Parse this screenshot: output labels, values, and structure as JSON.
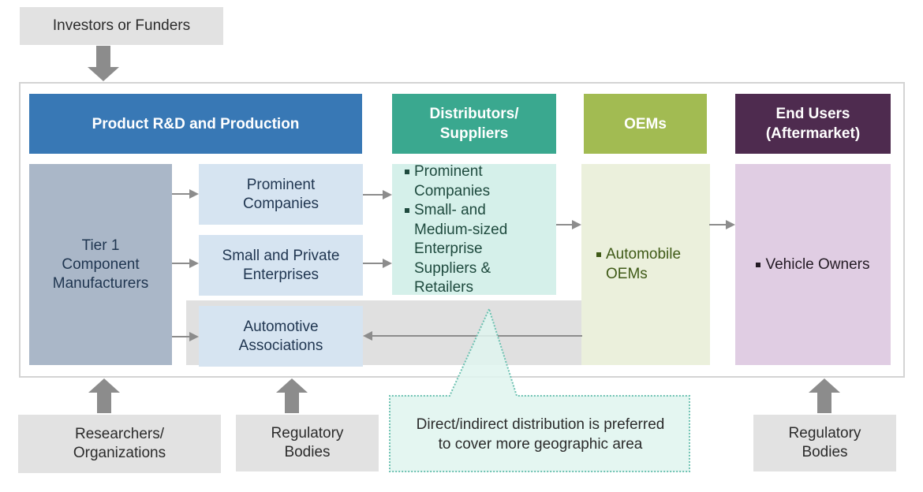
{
  "top": {
    "investors": "Investors or Funders"
  },
  "headers": {
    "rd_production": "Product R&D and Production",
    "distributors": [
      "Distributors/",
      "Suppliers"
    ],
    "oems": "OEMs",
    "end_users": [
      "End Users",
      "(Aftermarket)"
    ]
  },
  "production": {
    "tier1": [
      "Tier 1",
      "Component",
      "Manufacturers"
    ],
    "prominent": [
      "Prominent",
      "Companies"
    ],
    "small_private": [
      "Small and Private",
      "Enterprises"
    ],
    "associations": [
      "Automotive",
      "Associations"
    ]
  },
  "distributors": {
    "items": [
      "Prominent Companies",
      "Small- and Medium-sized Enterprise Suppliers & Retailers"
    ]
  },
  "oems": {
    "items": [
      "Automobile OEMs"
    ]
  },
  "end_users": {
    "items": [
      "Vehicle Owners"
    ]
  },
  "bottom": {
    "researchers": [
      "Researchers/",
      "Organizations"
    ],
    "regulatory_left": [
      "Regulatory",
      "Bodies"
    ],
    "callout": [
      "Direct/indirect distribution is preferred",
      "to cover more geographic area"
    ],
    "regulatory_right": [
      "Regulatory",
      "Bodies"
    ]
  },
  "colors": {
    "rd_header": "#3878b5",
    "distributors_header": "#3aa88f",
    "oems_header": "#a2bb52",
    "end_users_header": "#4e2b4f",
    "distributors_body": "#d5f0ea",
    "oems_body": "#ebf0dc",
    "end_users_body": "#e0cde3",
    "callout_fill": "#dff5ef",
    "callout_border": "#6cc1b1"
  }
}
